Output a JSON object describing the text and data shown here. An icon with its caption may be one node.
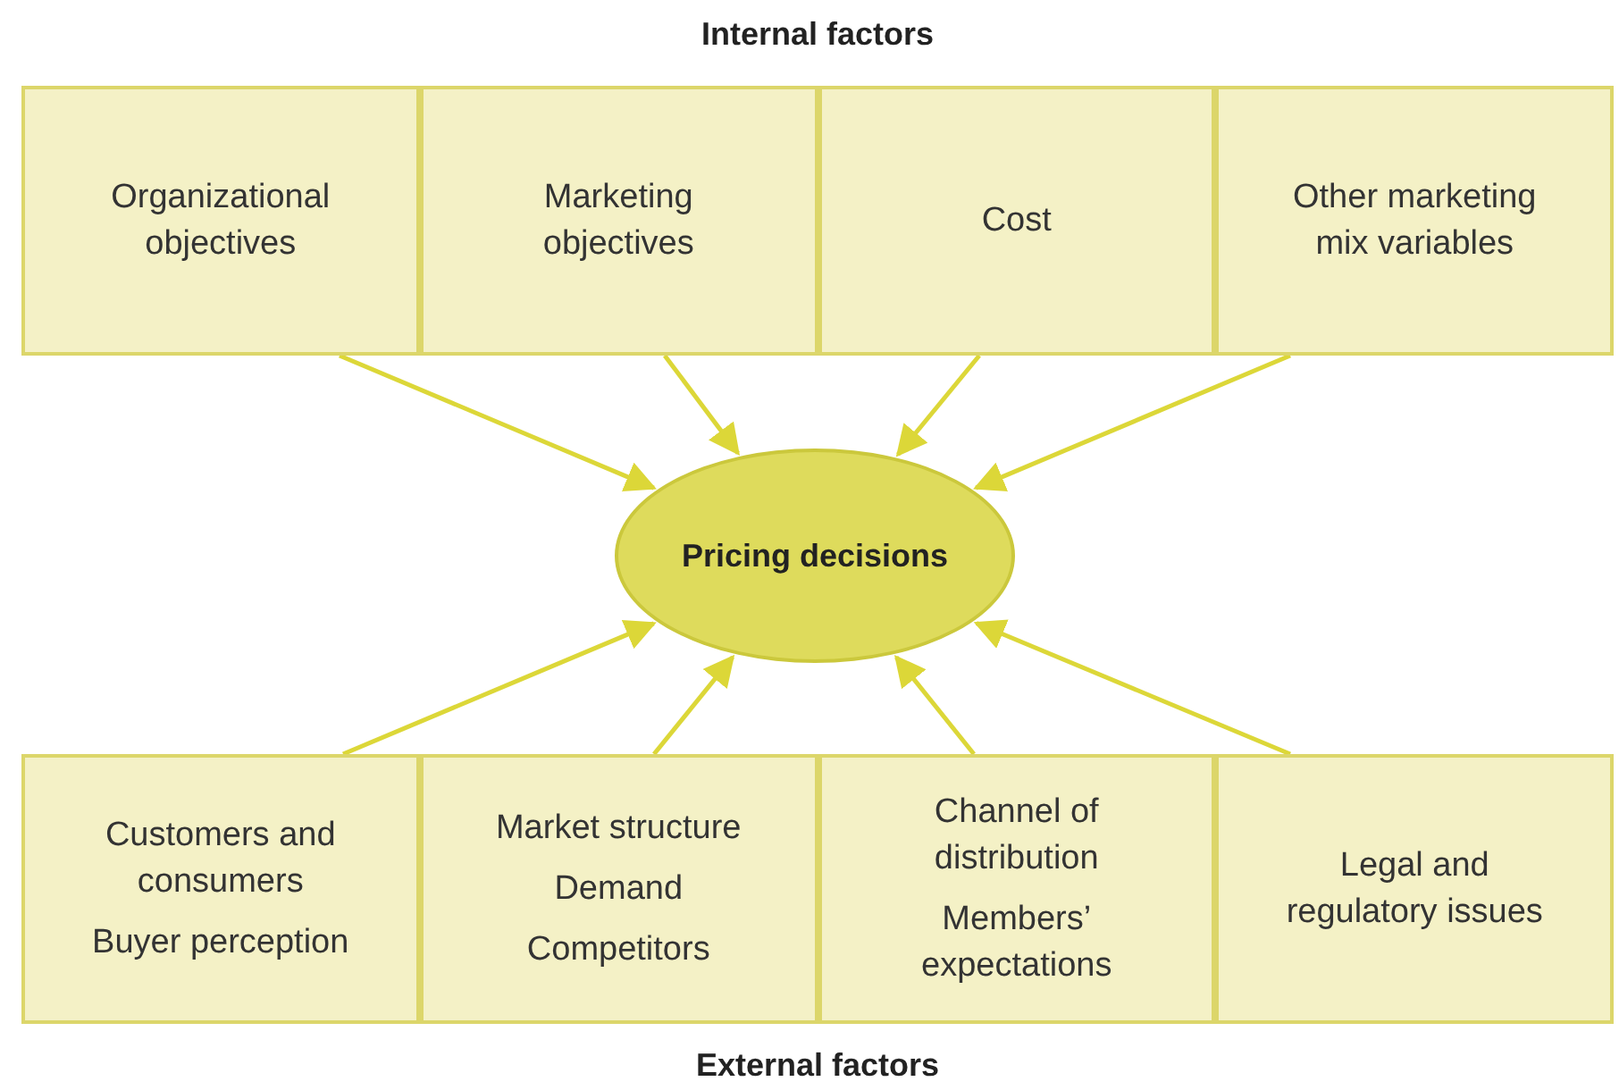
{
  "diagram": {
    "nodes": [
      {
        "text": [
          "Internal factors"
        ]
      },
      {
        "text": [
          "Organizational objectives"
        ],
        "in": 0
      },
      {
        "text": [
          "Marketing objectives"
        ],
        "in": 0
      },
      {
        "text": [
          "Cost"
        ],
        "in": 0
      },
      {
        "text": [
          "Other marketing mix variables"
        ],
        "in": 0
      },
      {
        "text": [
          "Pricing decisions"
        ]
      },
      {
        "text": [
          "External factors"
        ]
      },
      {
        "text": [
          "Customers and consumers",
          "Buyer perception"
        ],
        "in": 6
      },
      {
        "text": [
          "Market structure",
          "Demand",
          "Competitors"
        ],
        "in": 6
      },
      {
        "text": [
          "Channel of distribution",
          "Members’ expectations"
        ],
        "in": 6
      },
      {
        "text": [
          "Legal and regulatory issues"
        ],
        "in": 6
      }
    ],
    "edges": [
      {
        "from": 1,
        "to": 5,
        "arrow": "to"
      },
      {
        "from": 2,
        "to": 5,
        "arrow": "to"
      },
      {
        "from": 3,
        "to": 5,
        "arrow": "to"
      },
      {
        "from": 4,
        "to": 5,
        "arrow": "to"
      },
      {
        "from": 7,
        "to": 5,
        "arrow": "to"
      },
      {
        "from": 8,
        "to": 5,
        "arrow": "to"
      },
      {
        "from": 9,
        "to": 5,
        "arrow": "to"
      },
      {
        "from": 10,
        "to": 5,
        "arrow": "to"
      }
    ]
  }
}
